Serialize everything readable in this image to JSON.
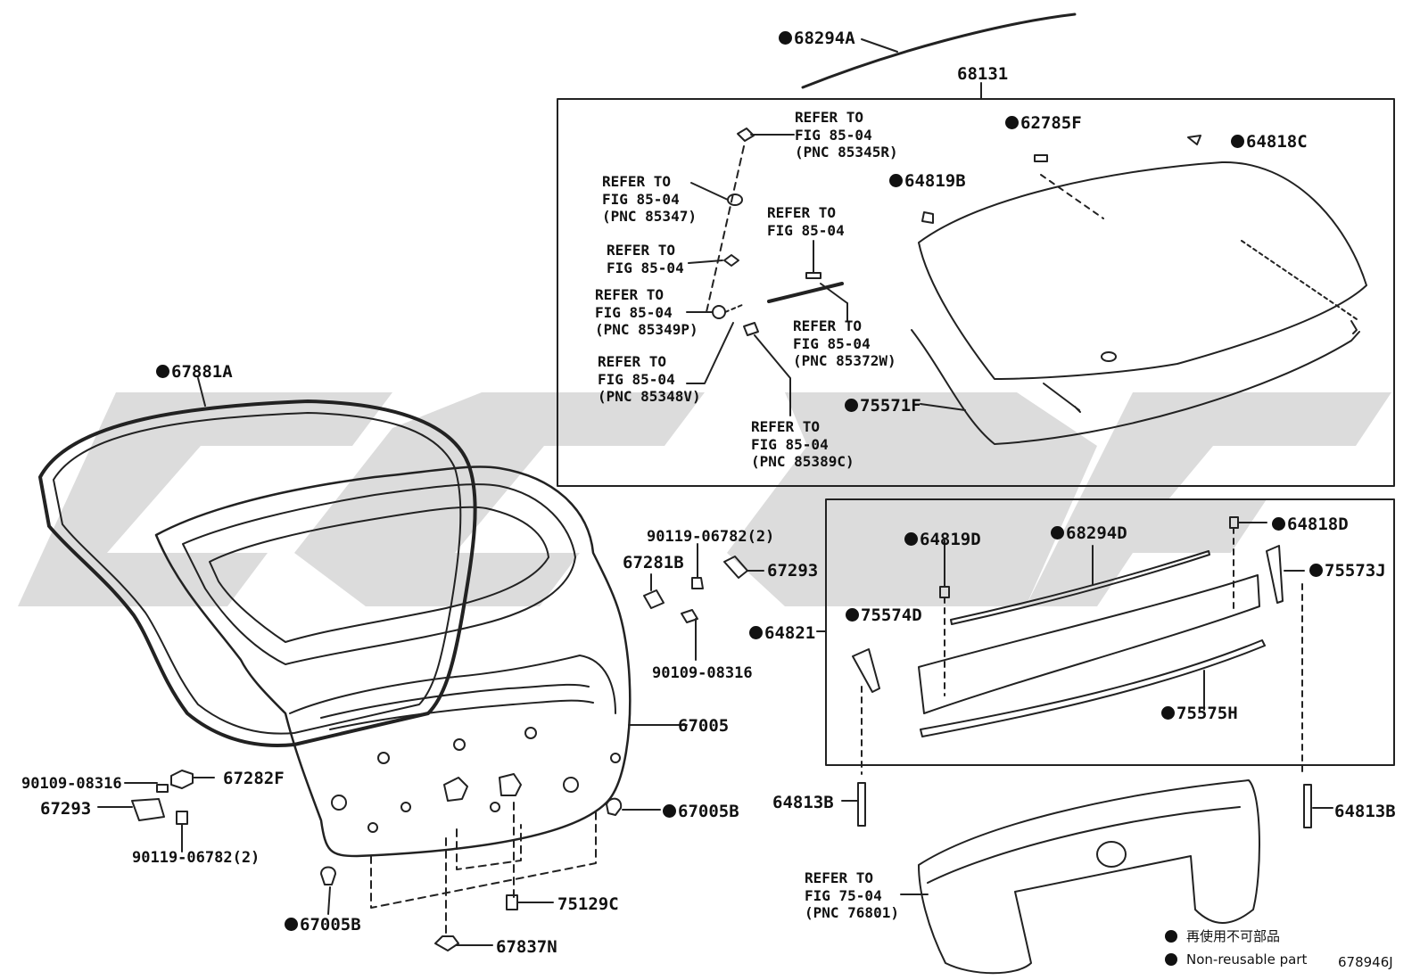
{
  "labels": {
    "p68294A": "68294A",
    "p68131": "68131",
    "p62785F": "62785F",
    "p64818C": "64818C",
    "p64819B": "64819B",
    "p75571F": "75571F",
    "p67881A": "67881A",
    "p67281B": "67281B",
    "p90119_top": "90119-06782(2)",
    "p67293_right": "67293",
    "p90109_right": "90109-08316",
    "p67005": "67005",
    "p90109_left": "90109-08316",
    "p67282F": "67282F",
    "p67293_left": "67293",
    "p90119_bottom": "90119-06782(2)",
    "p67005B_right": "67005B",
    "p67005B_left": "67005B",
    "p75129C": "75129C",
    "p67837N": "67837N",
    "p64819D": "64819D",
    "p68294D": "68294D",
    "p64818D": "64818D",
    "p75573J": "75573J",
    "p64821": "64821",
    "p75574D": "75574D",
    "p75575H": "75575H",
    "p64813B_left": "64813B",
    "p64813B_right": "64813B"
  },
  "refs": {
    "r85345R": [
      "REFER TO",
      "FIG 85-04",
      "(PNC 85345R)"
    ],
    "r85347": [
      "REFER TO",
      "FIG 85-04",
      "(PNC 85347)"
    ],
    "r8504a": [
      "REFER TO",
      "FIG 85-04"
    ],
    "r8504b": [
      "REFER TO",
      "FIG 85-04"
    ],
    "r85349P": [
      "REFER TO",
      "FIG 85-04",
      "(PNC 85349P)"
    ],
    "r85372W": [
      "REFER TO",
      "FIG 85-04",
      "(PNC 85372W)"
    ],
    "r85348V": [
      "REFER TO",
      "FIG 85-04",
      "(PNC 85348V)"
    ],
    "r85389C": [
      "REFER TO",
      "FIG 85-04",
      "(PNC 85389C)"
    ],
    "r76801": [
      "REFER TO",
      "FIG 75-04",
      "(PNC 76801)"
    ]
  },
  "legend": {
    "jp": "再使用不可部品",
    "en": "Non-reusable part"
  },
  "figure_code": "678946J",
  "colors": {
    "line": "#222222",
    "watermark": "#d4d4d4"
  }
}
